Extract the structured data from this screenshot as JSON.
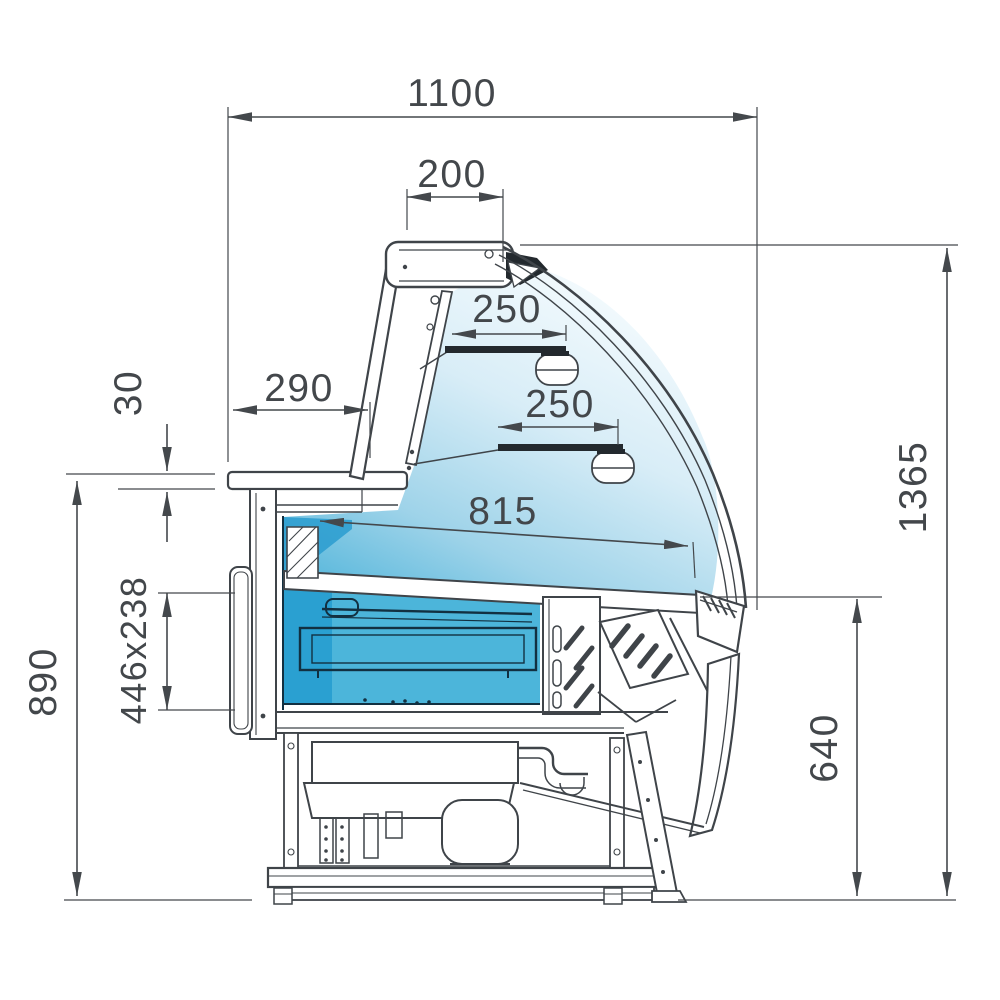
{
  "diagram": {
    "title": "refrigerated-display-counter-side-section",
    "dimensions": {
      "overall_depth": "1100",
      "canopy_depth": "200",
      "top_shelf_depth": "250",
      "rear_counter_depth": "290",
      "counter_top_thickness": "30",
      "middle_shelf_depth": "250",
      "deck_depth": "815",
      "rear_opening_size": "446x238",
      "rear_counter_height": "890",
      "front_height": "640",
      "overall_height": "1365"
    },
    "colors": {
      "line": "#3f4449",
      "glass_light": "#f7fcfe",
      "glass_mid": "#9ed3e9",
      "well_blue": "#4cb5da",
      "well_deep": "#2aa0d1"
    }
  }
}
